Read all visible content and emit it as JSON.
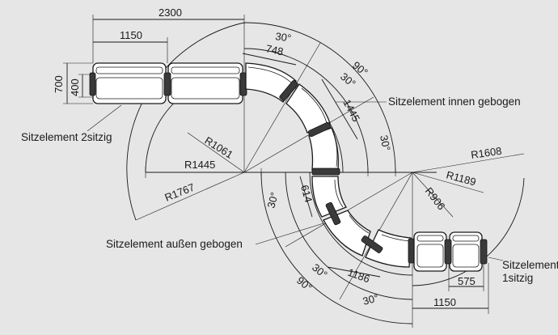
{
  "dimensions": {
    "total_width": "2300",
    "two_seat_width": "1150",
    "depth": "700",
    "seat_depth": "400",
    "segment_inner": "748",
    "segment_outer": "1445",
    "segment_lower": "614",
    "segment_bottom": "1186",
    "single_width": "575",
    "right_width": "1150"
  },
  "radii": {
    "upper_1": "R1061",
    "upper_2": "R1445",
    "upper_3": "R1767",
    "lower_1": "R906",
    "lower_2": "R1189",
    "lower_3": "R1608"
  },
  "angles": {
    "a1": "30°",
    "a2": "90°",
    "a3": "30°",
    "a4": "30°",
    "b1": "30°",
    "b2": "90°",
    "b3": "30°"
  },
  "labels": {
    "two_seat": "Sitzelement 2sitzig",
    "inner_curved": "Sitzelement innen gebogen",
    "outer_curved": "Sitzelement außen gebogen",
    "single_line1": "Sitzelement",
    "single_line2": "1sitzig"
  }
}
